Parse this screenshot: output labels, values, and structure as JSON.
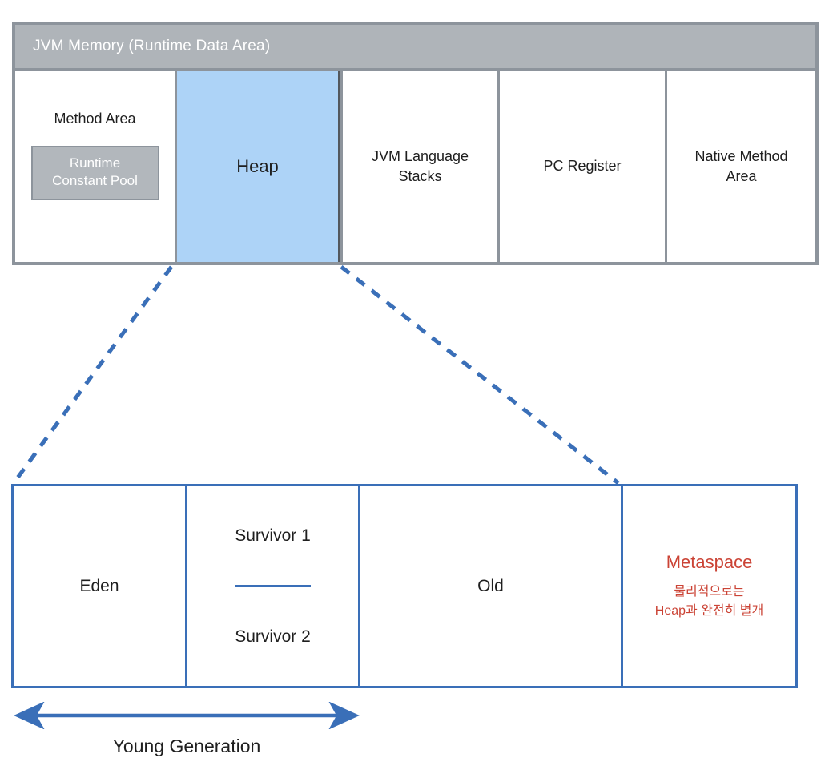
{
  "diagram": {
    "title": "JVM Memory (Runtime Data Area)",
    "accent_blue": "#3A6FB8",
    "heap_fill": "#ADD3F7",
    "header_gray": "#AFB4B9",
    "metaspace_red": "#CB4335"
  },
  "jvm_memory": {
    "header_label": "JVM Memory (Runtime Data Area)",
    "cells": [
      {
        "label": "Method Area",
        "inner_box": "Runtime\nConstant Pool",
        "inner_line1": "Runtime",
        "inner_line2": "Constant Pool"
      },
      {
        "label": "Heap"
      },
      {
        "label": "JVM Language\nStacks",
        "line1": "JVM Language",
        "line2": "Stacks"
      },
      {
        "label": "PC Register"
      },
      {
        "label": "Native Method\nArea",
        "line1": "Native Method",
        "line2": "Area"
      }
    ]
  },
  "heap_detail": {
    "eden_label": "Eden",
    "survivor_1_label": "Survivor 1",
    "survivor_2_label": "Survivor 2",
    "old_label": "Old",
    "metaspace_label": "Metaspace",
    "metaspace_note_line1": "물리적으로는",
    "metaspace_note_line2": "Heap과 완전히 별개"
  },
  "annotations": {
    "young_generation_label": "Young Generation"
  }
}
